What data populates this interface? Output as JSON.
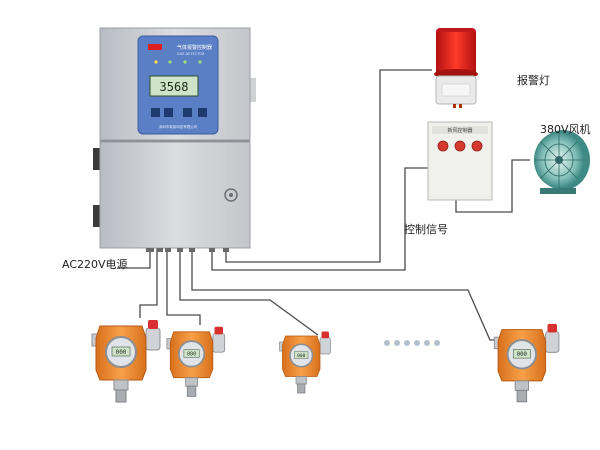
{
  "controller": {
    "title": "气体报警控制器",
    "subtitle": "GAS DETECTOR",
    "display_value": "3568",
    "footer_text": "深圳市某某科技有限公司",
    "indicator_count": 4,
    "button_count": 4
  },
  "labels": {
    "alarm_light": "报警灯",
    "fan": "380V风机",
    "control_signal": "控制信号",
    "power": "AC220V电源"
  },
  "control_box": {
    "title": "新风控制器",
    "button_colors": [
      "#d63a2f",
      "#d63a2f",
      "#d63a2f"
    ]
  },
  "detectors": {
    "count": 4,
    "screen_text": "000",
    "ellipsis_dots": 6
  },
  "colors": {
    "panel_blue": "#5a7fc4",
    "housing_orange": "#f08a2a",
    "alarm_red": "#e02020",
    "fan_green": "#5aa5a0",
    "wire": "#4a4a4a"
  }
}
